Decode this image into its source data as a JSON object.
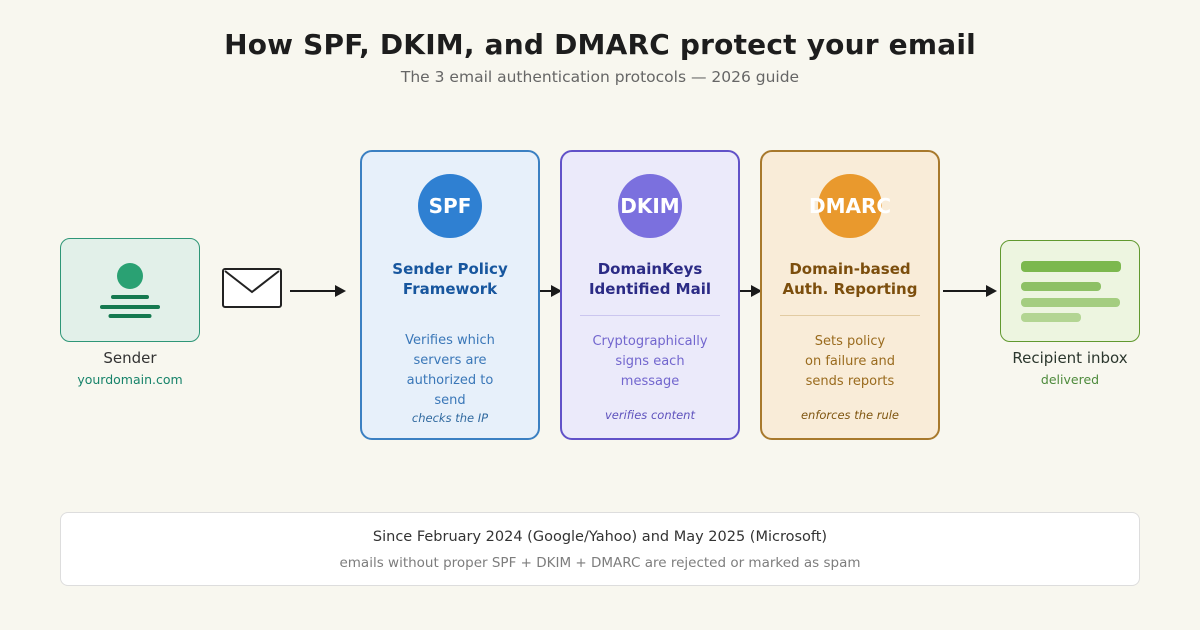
{
  "page": {
    "title": "How SPF, DKIM, and DMARC protect your email",
    "subtitle": "The 3 email authentication protocols — 2026 guide",
    "background_color": "#f8f7ef"
  },
  "sender": {
    "label": "Sender",
    "sublabel": "yourdomain.com",
    "colors": {
      "box_bg": "#e2f0e9",
      "box_border": "#2e9677",
      "icon": "#2aa173",
      "sublabel": "#17836a"
    }
  },
  "cards": [
    {
      "badge": "SPF",
      "title": "Sender Policy\nFramework",
      "description": "Verifies which\nservers are\nauthorized to\nsend",
      "footnote": "checks the IP",
      "colors": {
        "bg": "#e7f0fa",
        "border": "#3b80c2",
        "badge": "#2f80d2",
        "title": "#17569e",
        "body": "#3a77b8"
      }
    },
    {
      "badge": "DKIM",
      "title": "DomainKeys\nIdentified Mail",
      "description": "Cryptographically\nsigns each\nmessage",
      "footnote": "verifies content",
      "colors": {
        "bg": "#ebeafa",
        "border": "#6152c8",
        "badge": "#7b70de",
        "title": "#2b2b85",
        "body": "#7266ce"
      }
    },
    {
      "badge": "DMARC",
      "title": "Domain-based\nAuth. Reporting",
      "description": "Sets policy\non failure and\nsends reports",
      "footnote": "enforces the rule",
      "colors": {
        "bg": "#f9ecd8",
        "border": "#a8792c",
        "badge": "#e9992d",
        "title": "#7c4e0d",
        "body": "#9a6b1e"
      }
    }
  ],
  "recipient": {
    "label": "Recipient inbox",
    "sublabel": "delivered",
    "colors": {
      "box_bg": "#edf5e0",
      "box_border": "#61992f",
      "bars": [
        "#7cb84e",
        "#8dc065",
        "#a4cd80",
        "#b3d593"
      ],
      "sublabel": "#4d8a3b"
    }
  },
  "note": {
    "line1": "Since February 2024 (Google/Yahoo) and May 2025 (Microsoft)",
    "line2": "emails without proper SPF + DKIM + DMARC are rejected or marked as spam"
  }
}
